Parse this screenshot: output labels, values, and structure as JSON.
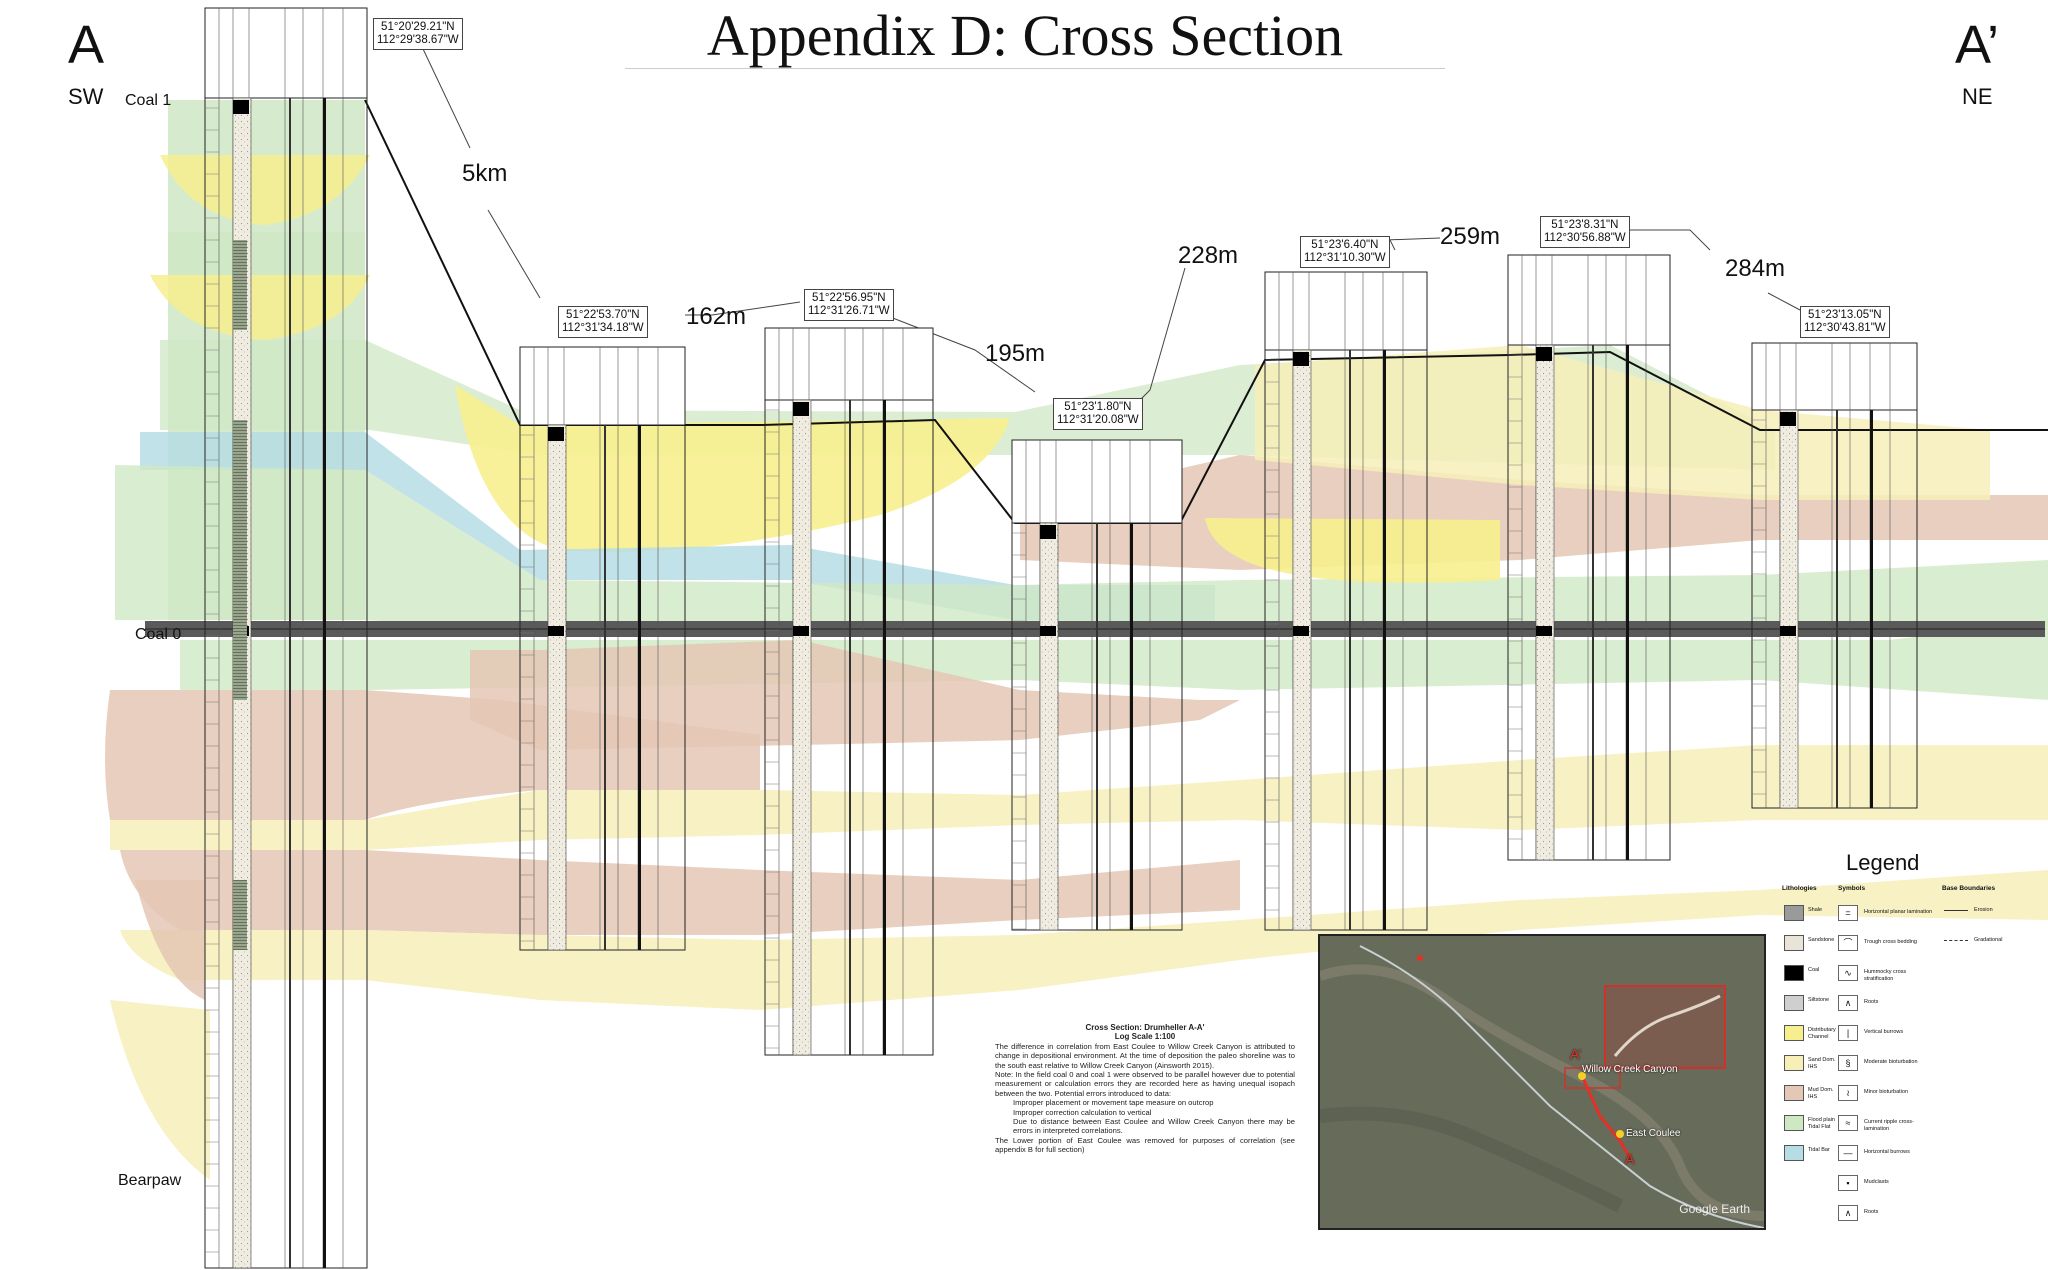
{
  "title": "Appendix D: Cross Section",
  "endpoints": {
    "left": {
      "letter": "A",
      "direction": "SW"
    },
    "right": {
      "letter": "A’",
      "direction": "NE"
    }
  },
  "markers": {
    "coal1": "Coal 1",
    "coal0": "Coal 0",
    "bearpaw": "Bearpaw"
  },
  "distances": [
    "5km",
    "162m",
    "195m",
    "228m",
    "259m",
    "284m"
  ],
  "outcrops": [
    {
      "lat": "51°20'29.21\"N",
      "lon": "112°29'38.67\"W"
    },
    {
      "lat": "51°22'53.70\"N",
      "lon": "112°31'34.18\"W"
    },
    {
      "lat": "51°22'56.95\"N",
      "lon": "112°31'26.71\"W"
    },
    {
      "lat": "51°23'1.80\"N",
      "lon": "112°31'20.08\"W"
    },
    {
      "lat": "51°23'6.40\"N",
      "lon": "112°31'10.30\"W"
    },
    {
      "lat": "51°23'8.31\"N",
      "lon": "112°30'56.88\"W"
    },
    {
      "lat": "51°23'13.05\"N",
      "lon": "112°30'43.81\"W"
    }
  ],
  "caption": {
    "title": "Cross Section: Drumheller A-A'",
    "scale": "Log Scale 1:100",
    "p1": "The difference in correlation from East Coulee to Willow Creek Canyon is attributed to change in depositional environment. At the time of deposition the paleo shoreline was to the south east relative to Willow Creek Canyon (Ainsworth 2015).",
    "p2": "Note: In the field coal 0 and coal 1 were observed to be parallel however due to potential measurement or calculation errors they are recorded here as having unequal isopach between the two. Potential errors introduced to data:",
    "e1": "Improper placement or movement tape measure on outcrop",
    "e2": "Improper correction calculation to vertical",
    "e3": "Due to distance between East Coulee and Willow Creek Canyon there may be errors in interpreted correlations.",
    "p3": "The Lower portion of East Coulee was removed for purposes of correlation (see appendix B for full section)"
  },
  "legend": {
    "title": "Legend",
    "col_lith": "Lithologies",
    "col_sym": "Symbols",
    "col_base": "Base Boundaries",
    "lithologies": [
      {
        "label": "Shale",
        "color": "#9a9a9a"
      },
      {
        "label": "Sandstone",
        "color": "#e8e4d8"
      },
      {
        "label": "Coal",
        "color": "#000000"
      },
      {
        "label": "Siltstone",
        "color": "#cfcfcf"
      },
      {
        "label": "Distributary Channel",
        "color": "#f7ef8e"
      },
      {
        "label": "Sand Dom. IHS",
        "color": "#f6efb8"
      },
      {
        "label": "Mud Dom. IHS",
        "color": "#e4c7b4"
      },
      {
        "label": "Flood plain Tidal Flat",
        "color": "#cfe8c4"
      },
      {
        "label": "Tidal Bar",
        "color": "#b6dde4"
      }
    ],
    "symbols": [
      {
        "label": "Horizontal planar lamination",
        "icon": "="
      },
      {
        "label": "Trough cross bedding",
        "icon": "⌒"
      },
      {
        "label": "Hummocky cross stratification",
        "icon": "∿"
      },
      {
        "label": "Roots",
        "icon": "∧"
      },
      {
        "label": "Vertical burrows",
        "icon": "|"
      },
      {
        "label": "Moderate bioturbation",
        "icon": "§"
      },
      {
        "label": "Minor bioturbation",
        "icon": "≀"
      },
      {
        "label": "Current ripple cross-lamination",
        "icon": "≈"
      },
      {
        "label": "Horizontal burrows",
        "icon": "—"
      },
      {
        "label": "Mudclasts",
        "icon": "▪"
      },
      {
        "label": "Roots",
        "icon": "∧"
      }
    ],
    "boundaries": [
      {
        "label": "Erosion"
      },
      {
        "label": "Gradational"
      }
    ]
  },
  "map": {
    "labels": [
      "Willow Creek Canyon",
      "East Coulee",
      "A",
      "A’"
    ],
    "watermark": "Google Earth"
  },
  "colors": {
    "floodplain": "#cfe8c4",
    "sand_ihs": "#f6efb8",
    "mud_ihs": "#e4c7b4",
    "channel": "#f7ef8e",
    "tidal_bar": "#b6dde4",
    "coal": "#000000"
  }
}
